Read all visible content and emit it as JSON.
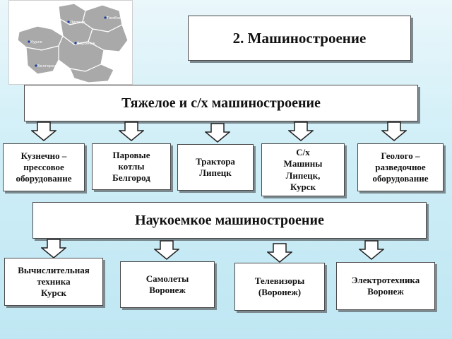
{
  "title": "2.  Машиностроение",
  "heavy": {
    "header": "Тяжелое и с/х машиностроение",
    "items": [
      [
        "Кузнечно –",
        "прессовое",
        "оборудование"
      ],
      [
        "Паровые",
        "котлы",
        "Белгород"
      ],
      [
        "Трактора",
        "Липецк"
      ],
      [
        "С/х",
        "Машины",
        "Липецк,",
        "Курск"
      ],
      [
        "Геолого –",
        "разведочное",
        "оборудование"
      ]
    ]
  },
  "science": {
    "header": "Наукоемкое машиностроение",
    "items": [
      [
        "Вычислительная",
        "техника",
        "Курск"
      ],
      [
        "Самолеты",
        "Воронеж"
      ],
      [
        "Телевизоры",
        "(Воронеж)"
      ],
      [
        "Электротехника",
        "Воронеж"
      ]
    ]
  },
  "map": {
    "labels": [
      "Липецк",
      "Тамбов",
      "Курск",
      "Белгород",
      "Воронеж"
    ],
    "colors": {
      "fill": "#a9a9a9",
      "border": "#ffffff",
      "bg": "#ffffff"
    }
  },
  "colors": {
    "box_border": "#4a4a4a",
    "arrow_fill": "#ffffff",
    "bg_top": "#eaf7fb",
    "bg_bottom": "#bfe7f3"
  }
}
